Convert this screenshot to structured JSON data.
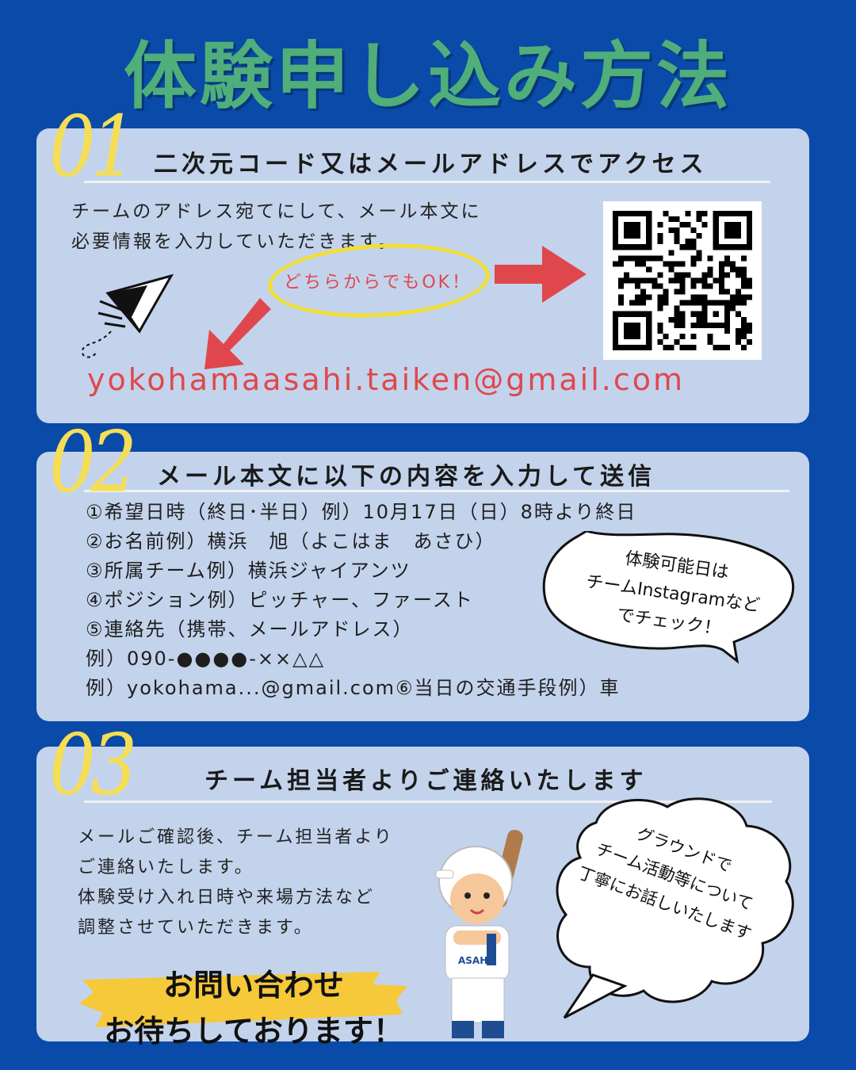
{
  "title": "体験申し込み方法",
  "step1": {
    "number": "01",
    "heading": "二次元コード又はメールアドレスでアクセス",
    "text_lines": [
      "チームのアドレス宛てにして、メール本文に",
      "必要情報を入力していただきます。"
    ],
    "either_ok": "どちらからでもOK！",
    "email": "yokohamaasahi.taiken@gmail.com"
  },
  "step2": {
    "number": "02",
    "heading": "メール本文に以下の内容を入力して送信",
    "items": [
      "①希望日時（終日･半日）例）10月17日（日）8時より終日",
      "②お名前例）横浜　旭（よこはま　あさひ）",
      "③所属チーム例）横浜ジャイアンツ",
      "④ポジション例）ピッチャー、ファースト",
      "⑤連絡先（携帯、メールアドレス）",
      "例）090-●●●●-××△△",
      "例）yokohama...@gmail.com⑥当日の交通手段例）車"
    ],
    "bubble_lines": [
      "体験可能日は",
      "チームInstagramなど",
      "でチェック！"
    ]
  },
  "step3": {
    "number": "03",
    "heading": "チーム担当者よりご連絡いたします",
    "text_lines": [
      "メールご確認後、チーム担当者より",
      "ご連絡いたします。",
      "体験受け入れ日時や来場方法など",
      "調整させていただきます。"
    ],
    "cta_lines": [
      "お問い合わせ",
      "お待ちしております！"
    ],
    "bubble_lines": [
      "グラウンドで",
      "チーム活動等について",
      "丁寧にお話しいたします"
    ]
  },
  "colors": {
    "background": "#0a4aa8",
    "card": "#c3d3ec",
    "title_green": "#4fae7a",
    "number_yellow": "#f5de55",
    "accent_red": "#e0474c",
    "highlight_yellow": "#f6c93a"
  },
  "icons": [
    "paper-plane-icon",
    "arrow-right-icon",
    "arrow-down-left-icon",
    "qr-code-icon",
    "baseball-player-illustration"
  ]
}
